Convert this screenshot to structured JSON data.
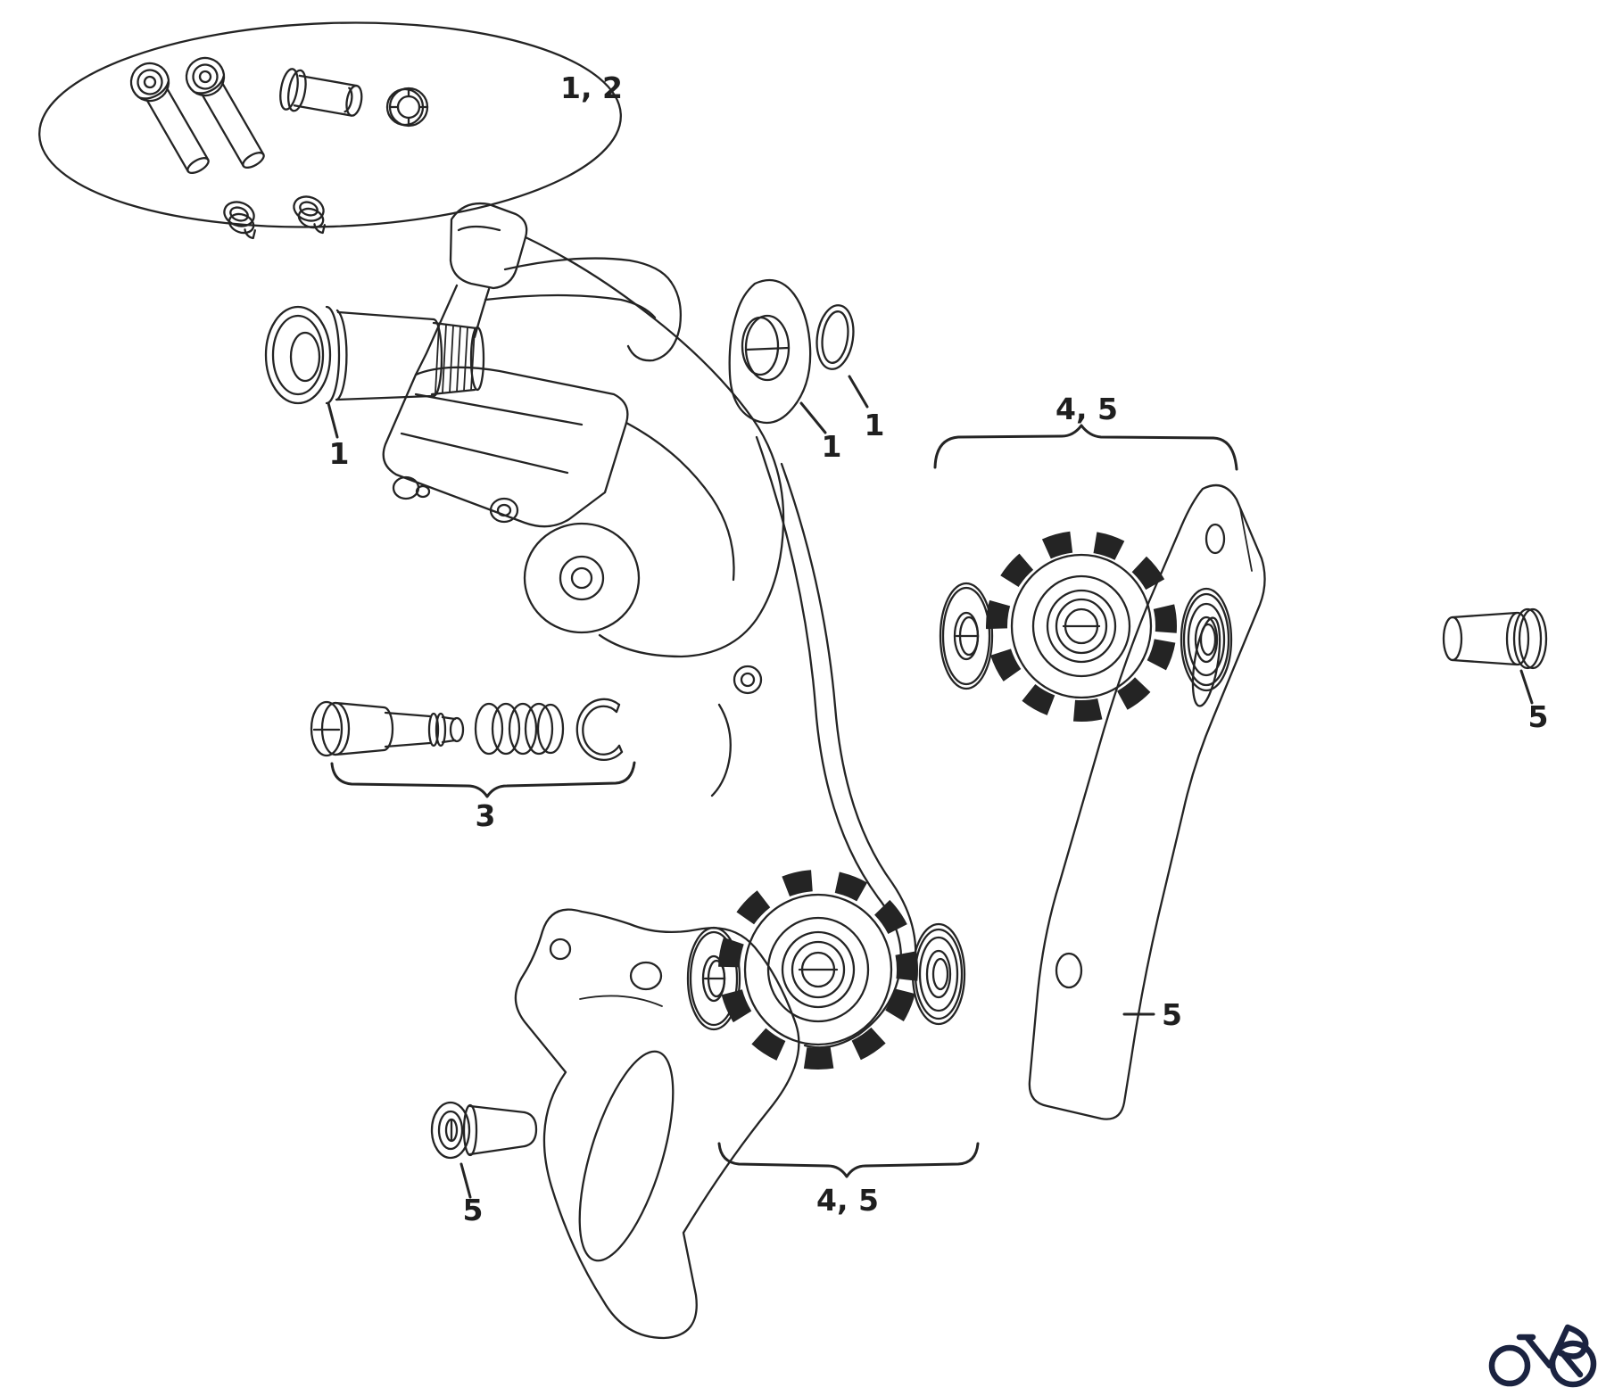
{
  "figure": {
    "kind": "exploded-parts-diagram",
    "subject": "bicycle rear derailleur assembly"
  },
  "colors": {
    "line": "#242424",
    "label": "#1f1f1f",
    "logo": "#1b2340",
    "background": "#ffffff"
  },
  "callouts": {
    "hardware_kit": "1, 2",
    "b_bolt": "1",
    "mount_link": "1",
    "o_ring": "1",
    "spring_kit": "3",
    "upper_pulley_group": "4, 5",
    "lower_pulley_group": "4, 5",
    "inner_cage_bolt": "5",
    "outer_cage_bolt": "5",
    "inner_cage_plate": "5"
  },
  "logo": {
    "name": "bicycle-logo",
    "color": "#1b2340"
  }
}
